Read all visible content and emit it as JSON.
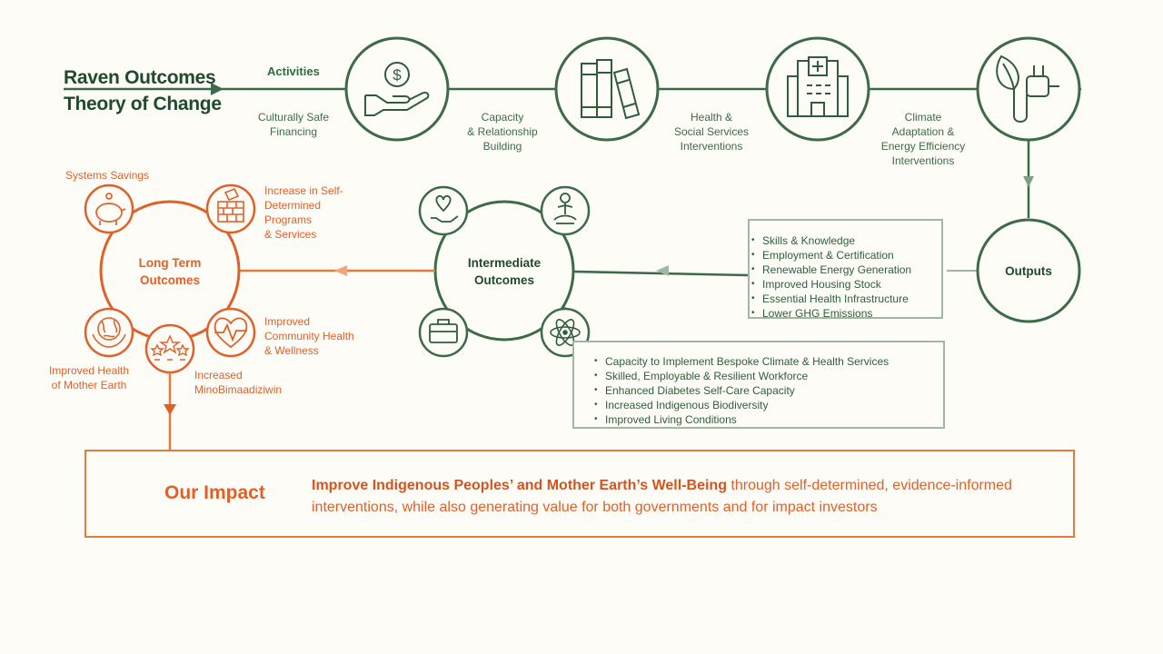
{
  "title": "Raven Outcomes Theory of Change",
  "activities": {
    "heading": "Activities",
    "items": [
      {
        "label": "Culturally Safe\nFinancing",
        "icon": "money-hand-icon"
      },
      {
        "label": "Capacity\n& Relationship\nBuilding",
        "icon": "books-icon"
      },
      {
        "label": "Health &\nSocial Services\nInterventions",
        "icon": "hospital-icon"
      },
      {
        "label": "Climate\nAdaptation &\nEnergy Efficiency\nInterventions",
        "icon": "eco-plug-icon"
      }
    ]
  },
  "outputs": {
    "label": "Outputs",
    "items": [
      "Skills & Knowledge",
      "Employment & Certification",
      "Renewable Energy Generation",
      "Improved Housing Stock",
      "Essential Health Infrastructure",
      "Lower GHG Emissions"
    ]
  },
  "intermediate": {
    "label": "Intermediate\nOutcomes",
    "items": [
      "Capacity to Implement Bespoke Climate & Health Services",
      "Skilled, Employable & Resilient Workforce",
      "Enhanced Diabetes Self-Care Capacity",
      "Increased Indigenous Biodiversity",
      "Improved Living Conditions"
    ],
    "icons": [
      "heart-hand-icon",
      "meditation-icon",
      "briefcase-icon",
      "atom-icon"
    ]
  },
  "long_term": {
    "label": "Long Term\nOutcomes",
    "items": [
      {
        "label": "Systems Savings",
        "icon": "piggy-bank-icon"
      },
      {
        "label": "Increase in Self-\nDetermined\nPrograms\n& Services",
        "icon": "brick-wall-icon"
      },
      {
        "label": "Improved\nCommunity Health\n& Wellness",
        "icon": "heartbeat-icon"
      },
      {
        "label": "Increased\nMinoBimaadiziwin",
        "icon": "stars-people-icon"
      },
      {
        "label": "Improved Health\nof Mother Earth",
        "icon": "earth-hands-icon"
      }
    ]
  },
  "impact": {
    "title": "Our Impact",
    "bold_text": "Improve Indigenous Peoples’ and Mother Earth’s Well-Being",
    "text": " through self-determined, evidence-informed interventions, while also generating value for both governments and for impact investors",
    "icon": "star-icon"
  },
  "colors": {
    "green": "#3d6a48",
    "dark_green": "#1f4a2c",
    "orange": "#e0602a",
    "light_green": "#9fb7a4",
    "background": "#fdfcf6"
  }
}
